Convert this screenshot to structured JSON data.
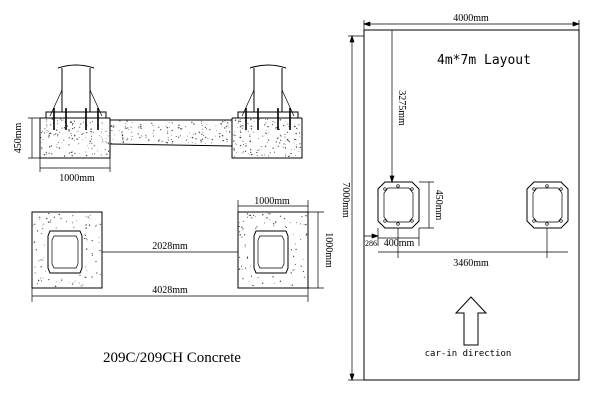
{
  "left_section": {
    "side_view": {
      "dim_height": "450mm",
      "dim_width": "1000mm"
    },
    "plan_view": {
      "dim_slab_width": "1000mm",
      "dim_gap": "2028mm",
      "dim_slab_height": "1000mm",
      "dim_total": "4028mm"
    },
    "caption": "209C/209CH  Concrete"
  },
  "right_section": {
    "dim_top_width": "4000mm",
    "title": "4m*7m  Layout",
    "dim_front_offset": "3275mm",
    "dim_total_length": "7000mm",
    "dim_plate_height": "450mm",
    "dim_side_gap": "286",
    "dim_plate_width": "400mm",
    "dim_center_distance": "3460mm",
    "direction_label": "car-in direction"
  }
}
